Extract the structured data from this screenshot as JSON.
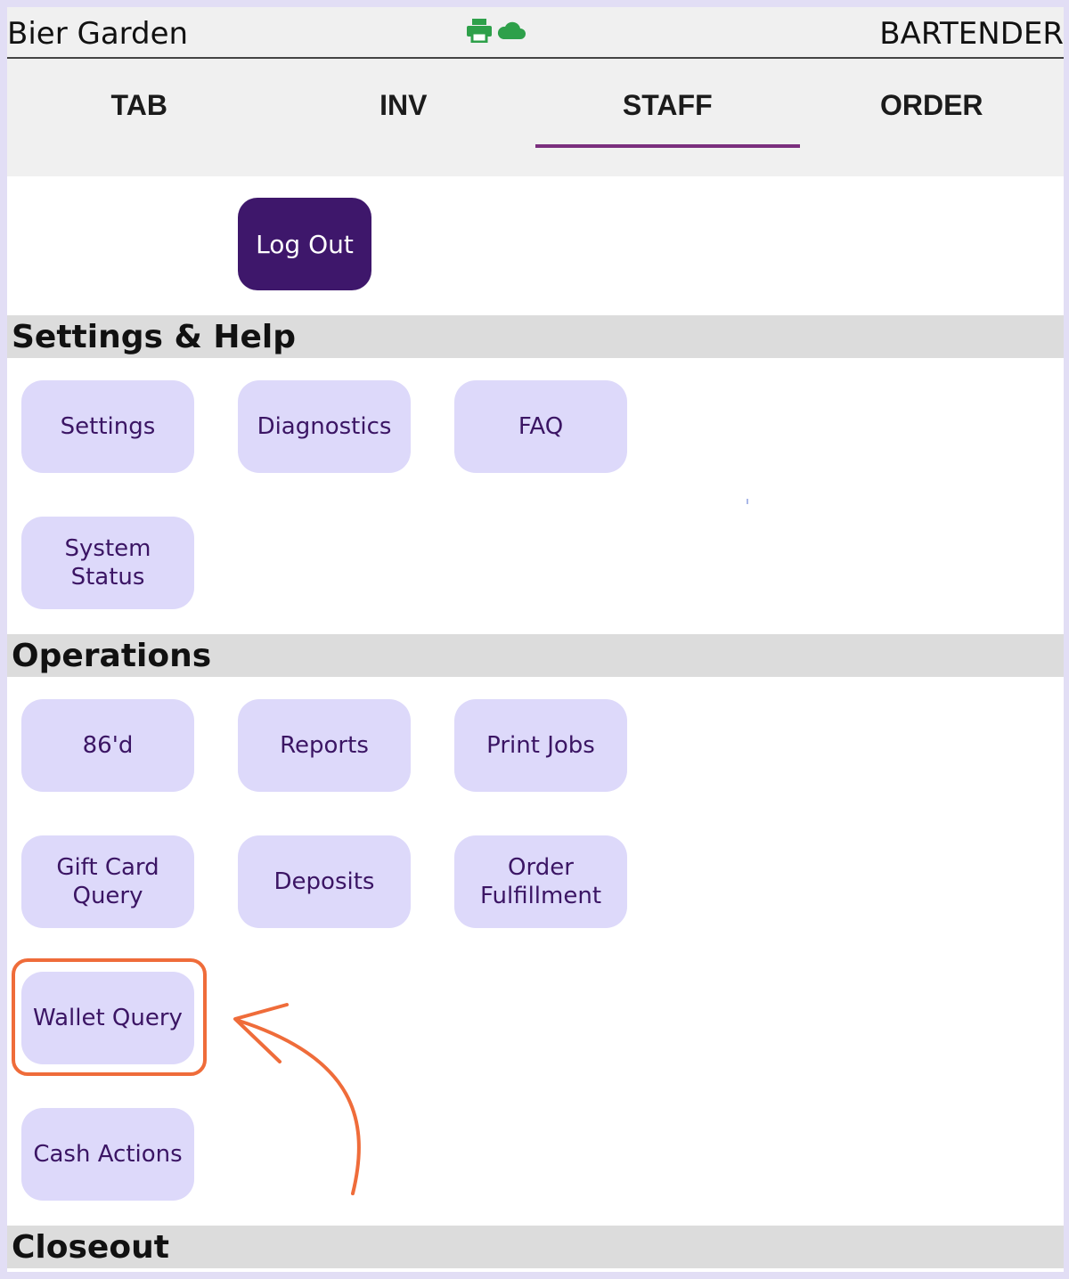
{
  "header": {
    "venue": "Bier Garden",
    "role": "BARTENDER",
    "status_icons": [
      "printer-icon",
      "cloud-icon"
    ]
  },
  "tabs": [
    {
      "label": "TAB",
      "active": false
    },
    {
      "label": "INV",
      "active": false
    },
    {
      "label": "STAFF",
      "active": true
    },
    {
      "label": "ORDER",
      "active": false
    }
  ],
  "logout": {
    "label": "Log Out"
  },
  "sections": {
    "settings_help": {
      "title": "Settings & Help",
      "buttons": [
        "Settings",
        "Diagnostics",
        "FAQ",
        "System\nStatus"
      ]
    },
    "operations": {
      "title": "Operations",
      "buttons": [
        "86'd",
        "Reports",
        "Print Jobs",
        "Gift Card\nQuery",
        "Deposits",
        "Order\nFulfillment",
        "Wallet Query",
        "Cash Actions"
      ]
    },
    "closeout": {
      "title": "Closeout"
    }
  },
  "colors": {
    "accent": "#3e176b",
    "tab_underline": "#7b2f7e",
    "button_bg": "#ddd9fa",
    "button_text": "#3b1564",
    "annotation": "#ef6c3a",
    "status_icon": "#2ea04a"
  }
}
